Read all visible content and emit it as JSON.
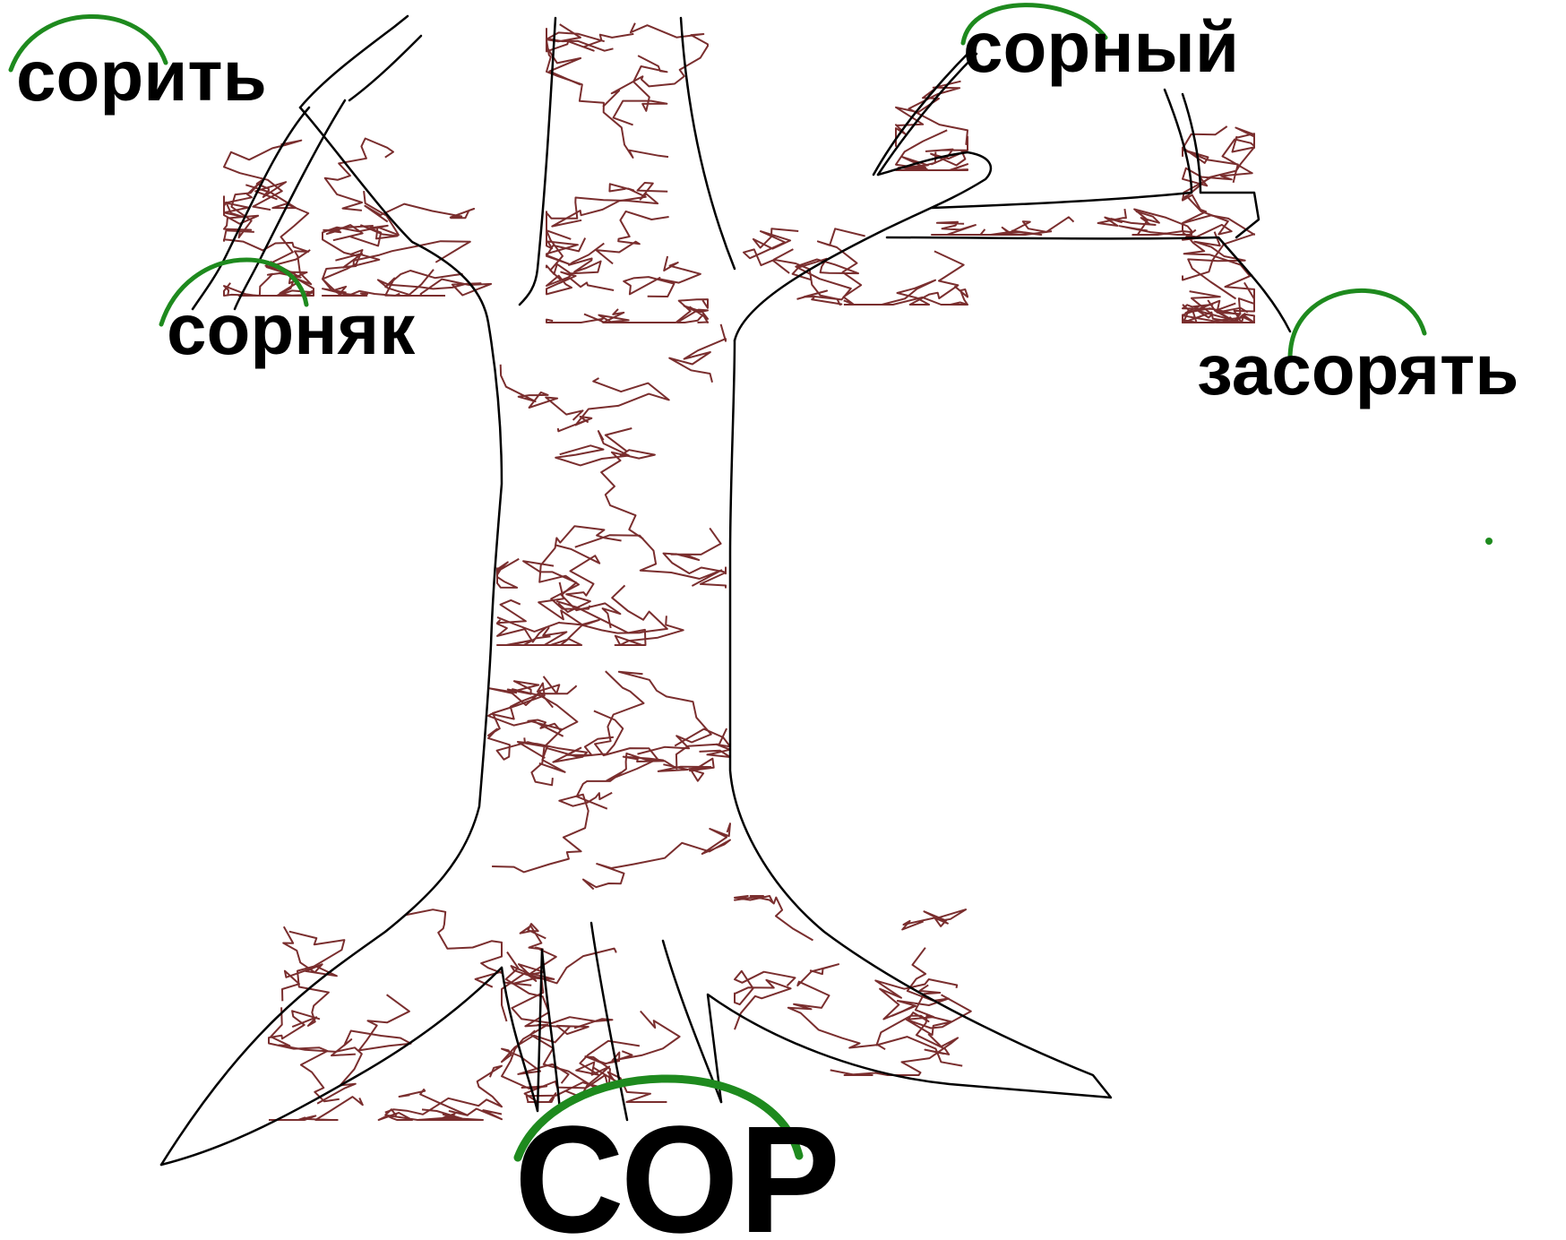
{
  "root_word": {
    "text": "СОР",
    "arc_color": "#1e8a1e"
  },
  "branch_words": [
    {
      "text": "сорить"
    },
    {
      "text": "сорняк"
    },
    {
      "text": "сорный"
    },
    {
      "text": "засорять"
    }
  ],
  "colors": {
    "outline": "#000000",
    "bark": "#7a2e2e",
    "root_arc": "#1e8a1e",
    "background": "#ffffff"
  }
}
